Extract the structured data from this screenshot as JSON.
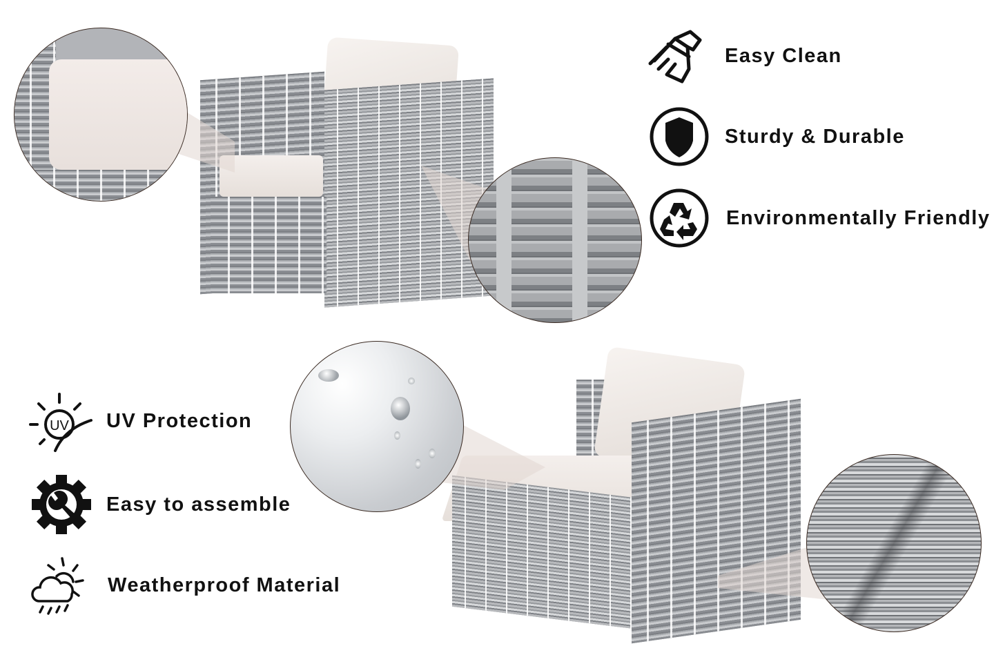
{
  "features_top": [
    {
      "id": "easy-clean",
      "label": "Easy Clean",
      "icon": "bottle-icon"
    },
    {
      "id": "sturdy-durable",
      "label": "Sturdy & Durable",
      "icon": "shield-icon"
    },
    {
      "id": "environmentally-friendly",
      "label": "Environmentally Friendly",
      "icon": "recycle-icon"
    }
  ],
  "features_bottom": [
    {
      "id": "uv-protection",
      "label": "UV Protection",
      "icon": "uv-sun-icon",
      "icon_text": "UV"
    },
    {
      "id": "easy-to-assemble",
      "label": "Easy to assemble",
      "icon": "gear-wrench-icon"
    },
    {
      "id": "weatherproof-material",
      "label": "Weatherproof Material",
      "icon": "weather-cloud-icon"
    }
  ],
  "products": [
    {
      "id": "armchair",
      "name": "wicker-armchair",
      "detail_circles": [
        "cushion-detail",
        "weave-detail"
      ]
    },
    {
      "id": "corner-chair",
      "name": "wicker-corner-chair",
      "detail_circles": [
        "water-repellent-detail",
        "frame-corner-detail"
      ]
    }
  ],
  "colors": {
    "text": "#111111",
    "wicker": "#9a9da2",
    "cushion": "#efe9e5",
    "circle_border": "#3a2a22"
  }
}
